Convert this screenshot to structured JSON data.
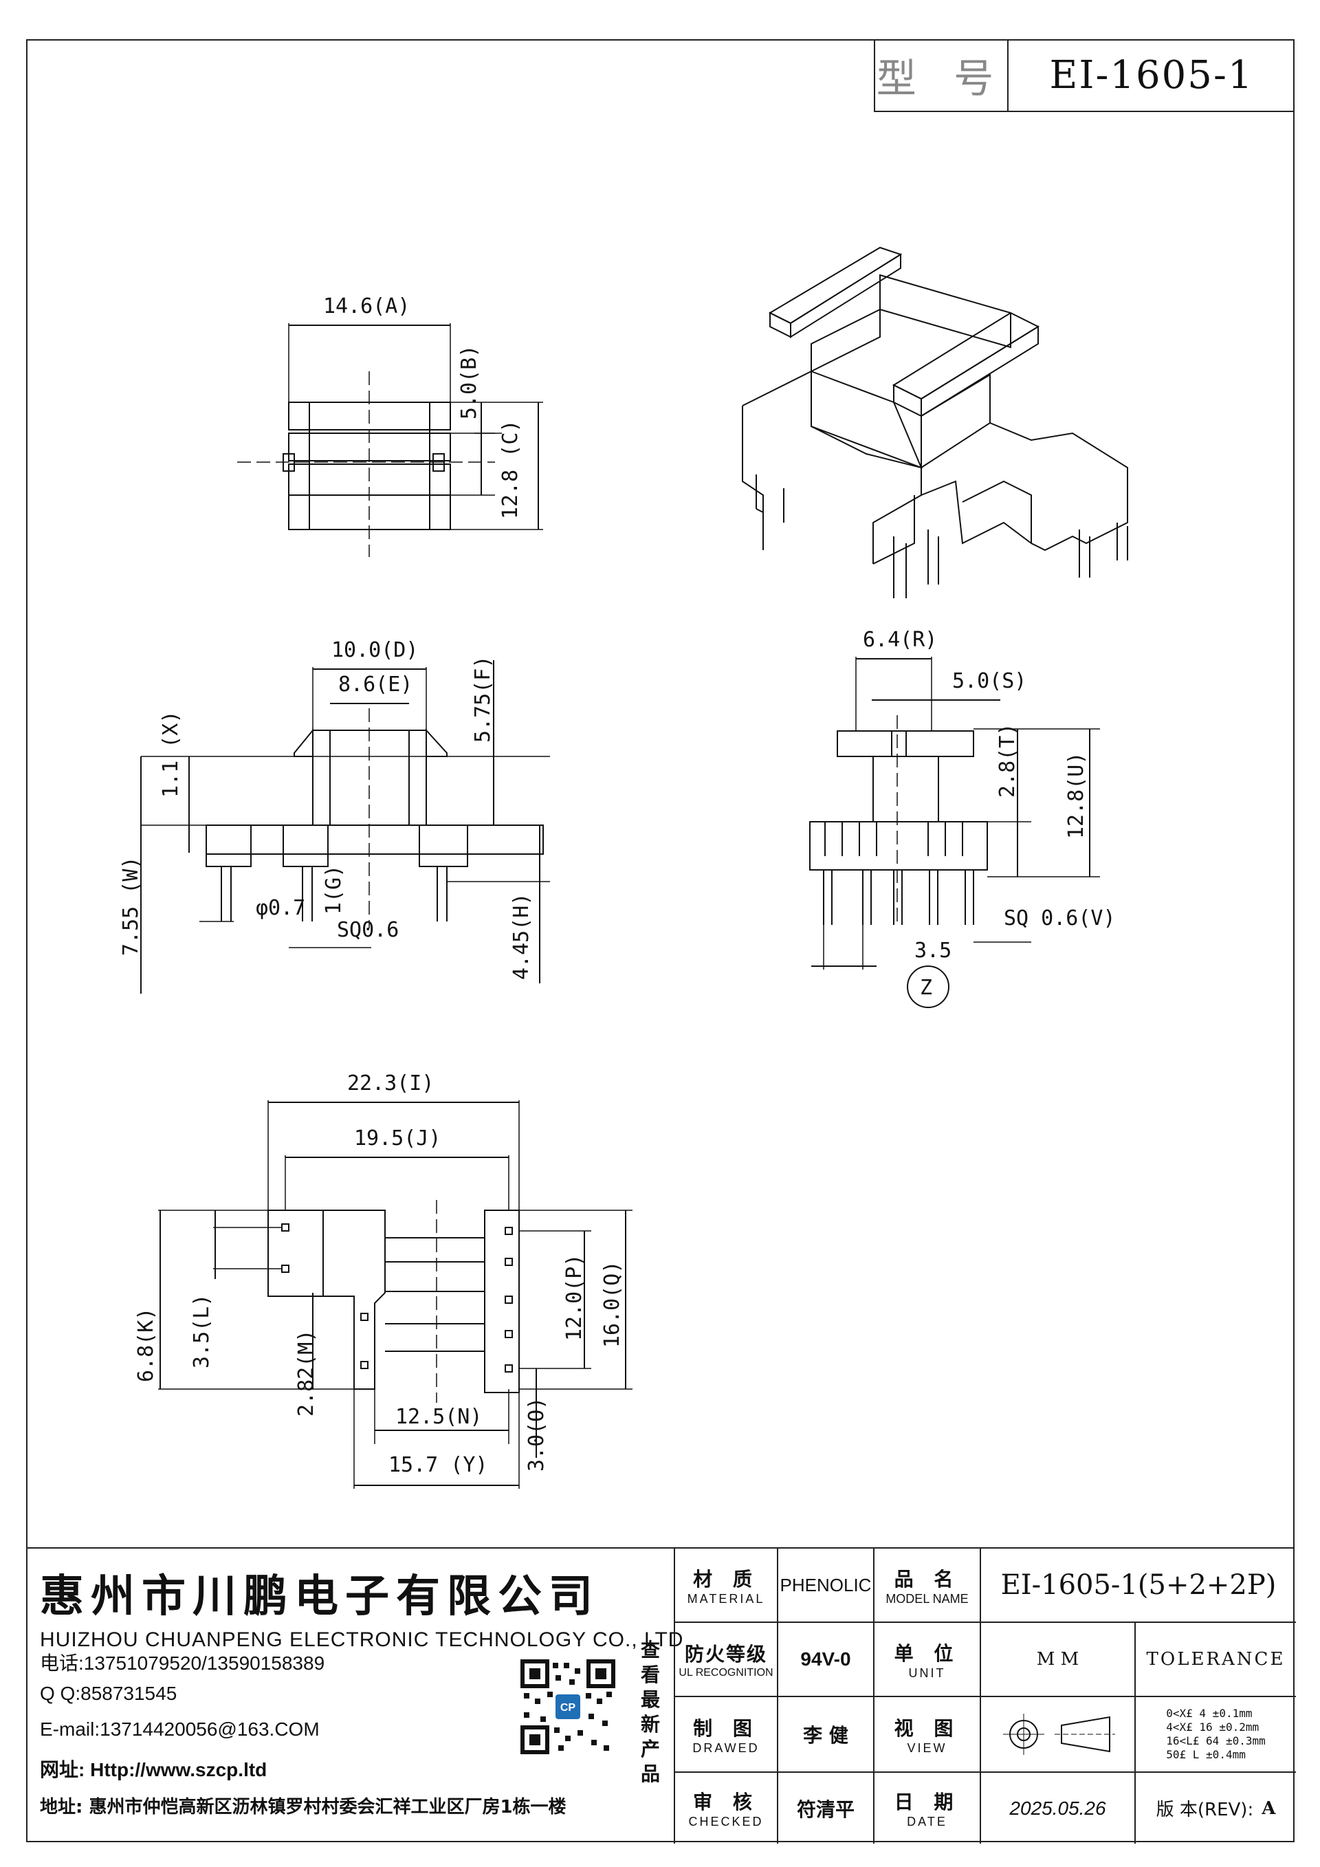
{
  "header": {
    "model_label": "型 号",
    "model_value": "EI-1605-1"
  },
  "dims_top": {
    "A": "14.6(A)",
    "B": "5.0(B)",
    "C": "12.8 (C)"
  },
  "dims_front": {
    "D": "10.0(D)",
    "E": "8.6(E)",
    "F": "5.75(F)",
    "X": "1.1 (X)",
    "W": "7.55 (W)",
    "G": "1(G)",
    "phi": "φ0.7",
    "sq": "SQ0.6",
    "H": "4.45(H)"
  },
  "dims_side": {
    "R": "6.4(R)",
    "S": "5.0(S)",
    "T": "2.8(T)",
    "U": "12.8(U)",
    "V": "SQ 0.6(V)",
    "p": "3.5",
    "Z": "Z"
  },
  "dims_bottom": {
    "I": "22.3(I)",
    "J": "19.5(J)",
    "K": "6.8(K)",
    "L": "3.5(L)",
    "M": "2.82(M)",
    "P": "12.0(P)",
    "Q": "16.0(Q)",
    "N": "12.5(N)",
    "O": "3.0(O)",
    "Y": "15.7 (Y)"
  },
  "company": {
    "name_cn": "惠州市川鹏电子有限公司",
    "name_en": "HUIZHOU CHUANPENG ELECTRONIC TECHNOLOGY CO., LTD",
    "phone": "电话:13751079520/13590158389",
    "qq": "Q Q:858731545",
    "email": "E-mail:13714420056@163.COM",
    "web": "网址: Http://www.szcp.ltd",
    "address": "地址: 惠州市仲恺高新区沥林镇罗村村委会汇祥工业区厂房1栋一楼",
    "qr_caption": "查看最新产品",
    "qr_logo": "CP"
  },
  "title_block": {
    "material_label": "材 质",
    "material_label_en": "MATERIAL",
    "material_value": "PHENOLIC",
    "model_label": "品 名",
    "model_label_en": "MODEL NAME",
    "model_value": "EI-1605-1(5+2+2P)",
    "fire_label": "防火等级",
    "fire_label_en": "UL RECOGNITION",
    "fire_value": "94V-0",
    "unit_label": "单 位",
    "unit_label_en": "UNIT",
    "unit_value": "M M",
    "tolerance_label": "TOLERANCE",
    "drawn_label": "制 图",
    "drawn_label_en": "DRAWED",
    "drawn_value": "李 健",
    "view_label": "视 图",
    "view_label_en": "VIEW",
    "tolerances": [
      "0<X£ 4    ±0.1mm",
      "4<X£ 16   ±0.2mm",
      "16<L£ 64 ±0.3mm",
      "50£ L      ±0.4mm"
    ],
    "checked_label": "审 核",
    "checked_label_en": "CHECKED",
    "checked_value": "符清平",
    "date_label": "日 期",
    "date_label_en": "DATE",
    "date_value": "2025.05.26",
    "rev_label": "版 本(REV):",
    "rev_value": "A"
  }
}
